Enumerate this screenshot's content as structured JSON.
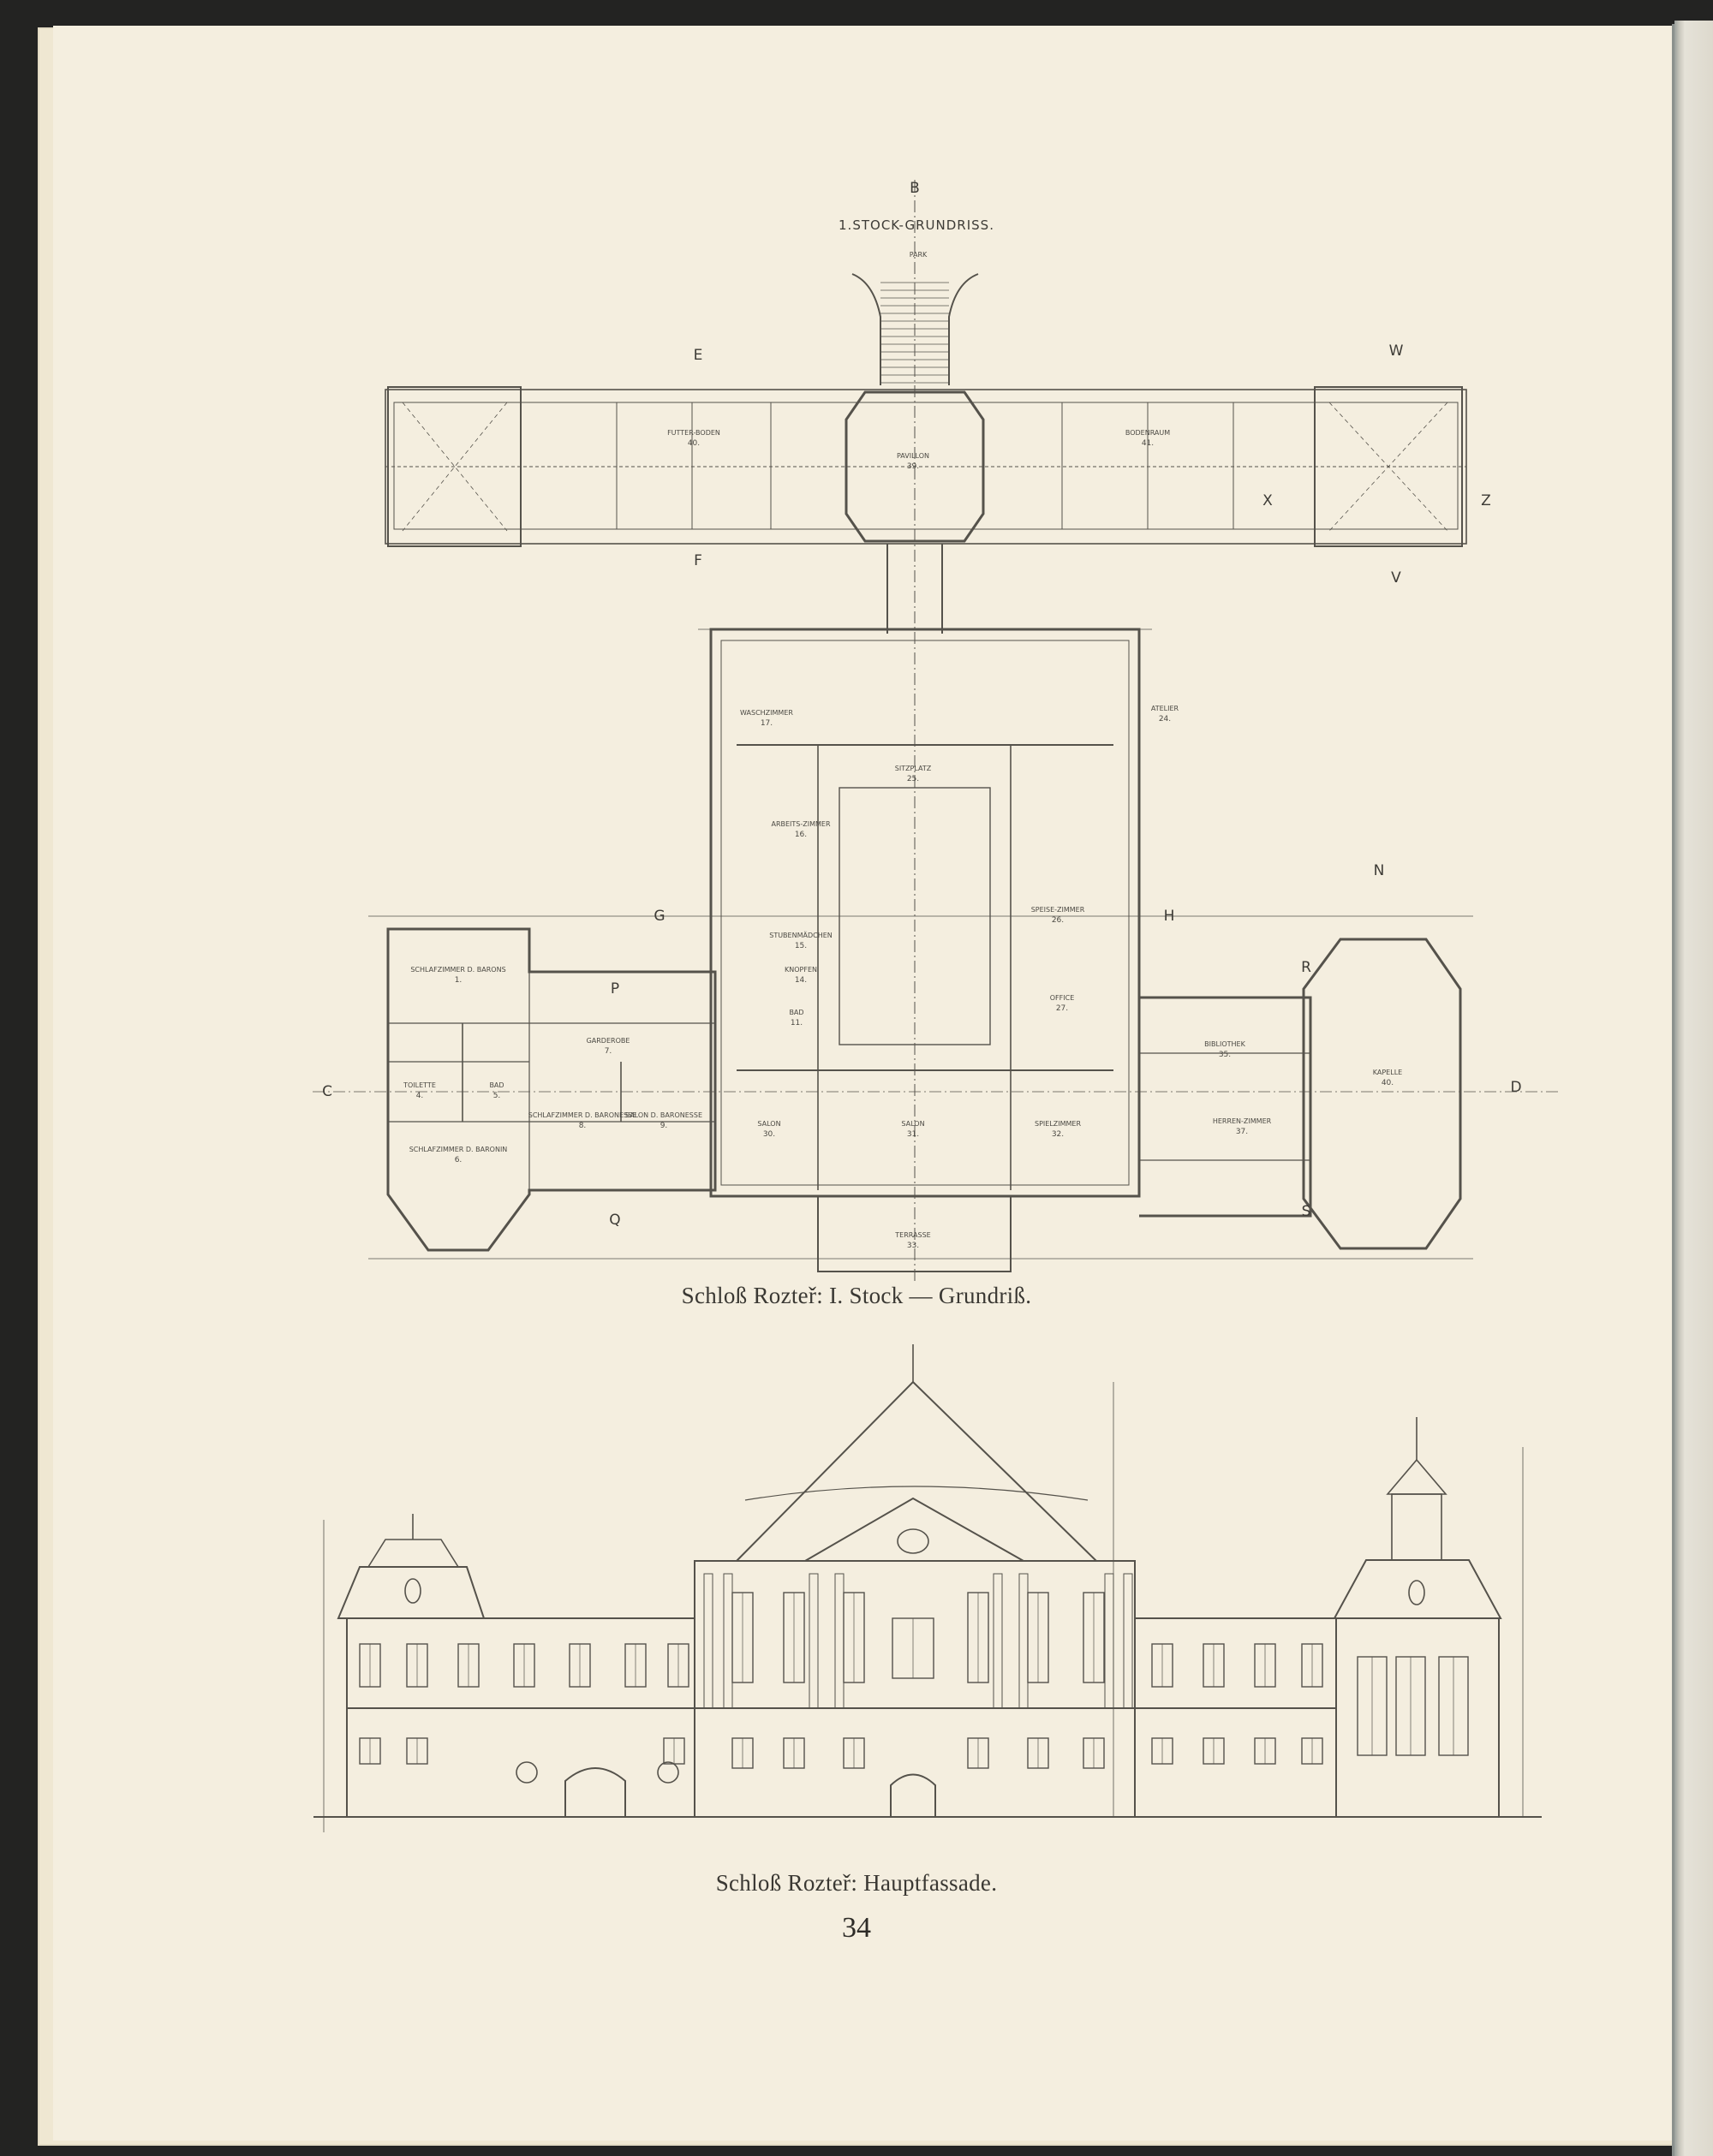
{
  "plan": {
    "drawing_title": "1.STOCK-GRUNDRISS.",
    "park_label": "PARK",
    "section_marks": [
      "B",
      "E",
      "F",
      "G",
      "H",
      "C",
      "D",
      "P",
      "Q",
      "R",
      "S",
      "W",
      "V",
      "X",
      "Z",
      "N"
    ],
    "rooms": [
      {
        "name": "FUTTER-BODEN",
        "num": "40."
      },
      {
        "name": "PAVILLON",
        "num": "39."
      },
      {
        "name": "BODENRAUM",
        "num": "41."
      },
      {
        "name": "WASCHZIMMER",
        "num": "17."
      },
      {
        "name": "ATELIER",
        "num": "24."
      },
      {
        "name": "SITZPLATZ",
        "num": "25."
      },
      {
        "name": "ARBEITS-ZIMMER",
        "num": "16."
      },
      {
        "name": "STUBENMÄDCHEN",
        "num": "15."
      },
      {
        "name": "KNOPFEN",
        "num": "14."
      },
      {
        "name": "BAD",
        "num": "11."
      },
      {
        "name": "SPEISE-ZIMMER",
        "num": "26."
      },
      {
        "name": "OFFICE",
        "num": "27."
      },
      {
        "name": "SALON",
        "num": "30."
      },
      {
        "name": "SALON",
        "num": "31."
      },
      {
        "name": "SPIELZIMMER",
        "num": "32."
      },
      {
        "name": "SCHLAFZIMMER D. BARONS",
        "num": "1."
      },
      {
        "name": "TOILETTE",
        "num": "4."
      },
      {
        "name": "BAD",
        "num": "5."
      },
      {
        "name": "SCHLAFZIMMER D. BARONIN",
        "num": "6."
      },
      {
        "name": "GARDEROBE",
        "num": "7."
      },
      {
        "name": "SCHLAFZIMMER D. BARONESSE",
        "num": "8."
      },
      {
        "name": "SALON D. BARONESSE",
        "num": "9."
      },
      {
        "name": "BIBLIOTHEK",
        "num": "35."
      },
      {
        "name": "HERREN-ZIMMER",
        "num": "37."
      },
      {
        "name": "KAPELLE",
        "num": "40."
      },
      {
        "name": "TERRASSE",
        "num": "33."
      }
    ],
    "caption": "Schloß Rozteř: I. Stock — Grundriß."
  },
  "facade": {
    "caption": "Schloß Rozteř: Hauptfassade."
  },
  "page_number": "34",
  "colors": {
    "ink": "#4b4943",
    "paper": "#f4eedf",
    "background": "#232322"
  }
}
